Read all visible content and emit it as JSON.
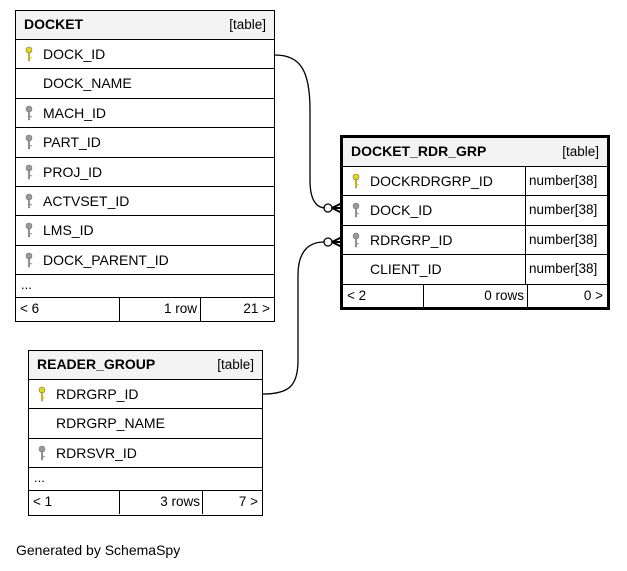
{
  "tables": {
    "docket": {
      "name": "DOCKET",
      "kind": "[table]",
      "columns": [
        "DOCK_ID",
        "DOCK_NAME",
        "MACH_ID",
        "PART_ID",
        "PROJ_ID",
        "ACTVSET_ID",
        "LMS_ID",
        "DOCK_PARENT_ID"
      ],
      "ellipsis": "...",
      "footer": {
        "left": "< 6",
        "mid": "1 row",
        "right": "21 >"
      }
    },
    "docket_rdr_grp": {
      "name": "DOCKET_RDR_GRP",
      "kind": "[table]",
      "columns": [
        "DOCKRDRGRP_ID",
        "DOCK_ID",
        "RDRGRP_ID",
        "CLIENT_ID"
      ],
      "types": [
        "number[38]",
        "number[38]",
        "number[38]",
        "number[38]"
      ],
      "footer": {
        "left": "< 2",
        "mid": "0 rows",
        "right": "0 >"
      }
    },
    "reader_group": {
      "name": "READER_GROUP",
      "kind": "[table]",
      "columns": [
        "RDRGRP_ID",
        "RDRGRP_NAME",
        "RDRSVR_ID"
      ],
      "ellipsis": "...",
      "footer": {
        "left": "< 1",
        "mid": "3 rows",
        "right": "7 >"
      }
    }
  },
  "key_icons": {
    "primary": {
      "icon": "primary-key-icon",
      "color": "#e6d800"
    },
    "foreign": {
      "icon": "foreign-key-icon",
      "color": "#9a9a9a"
    }
  },
  "footer_note": "Generated by SchemaSpy"
}
